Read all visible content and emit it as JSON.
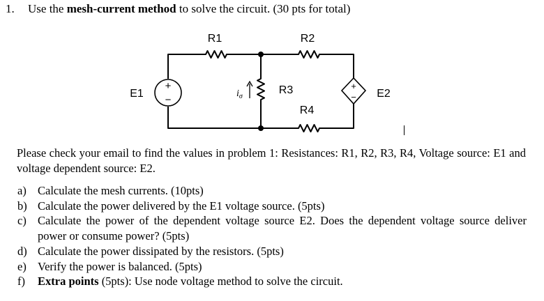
{
  "question": {
    "number": "1.",
    "text_before": "Use the ",
    "bold": "mesh-current method",
    "text_after": " to solve the circuit. (30 pts for total)"
  },
  "circuit": {
    "r1": "R1",
    "r2": "R2",
    "r3": "R3",
    "r4": "R4",
    "e1": "E1",
    "e2": "E2",
    "current_label": "i",
    "current_subscript": "σ",
    "plus": "+",
    "minus": "−"
  },
  "note": "Please check your email to find the values in problem 1: Resistances: R1, R2, R3, R4, Voltage source: E1 and voltage dependent source: E2.",
  "items": [
    {
      "marker": "a)",
      "text": "Calculate the mesh currents. (10pts)"
    },
    {
      "marker": "b)",
      "text": "Calculate the power delivered by the E1 voltage source. (5pts)"
    },
    {
      "marker": "c)",
      "text": "Calculate the power of the dependent voltage source E2. Does the dependent voltage source deliver power or consume power? (5pts)"
    },
    {
      "marker": "d)",
      "text": "Calculate the power dissipated by the resistors. (5pts)"
    },
    {
      "marker": "e)",
      "text": "Verify the power is balanced. (5pts)"
    }
  ],
  "extra": {
    "marker": "f)",
    "bold": "Extra points",
    "text": " (5pts): Use node voltage method to solve the circuit."
  }
}
